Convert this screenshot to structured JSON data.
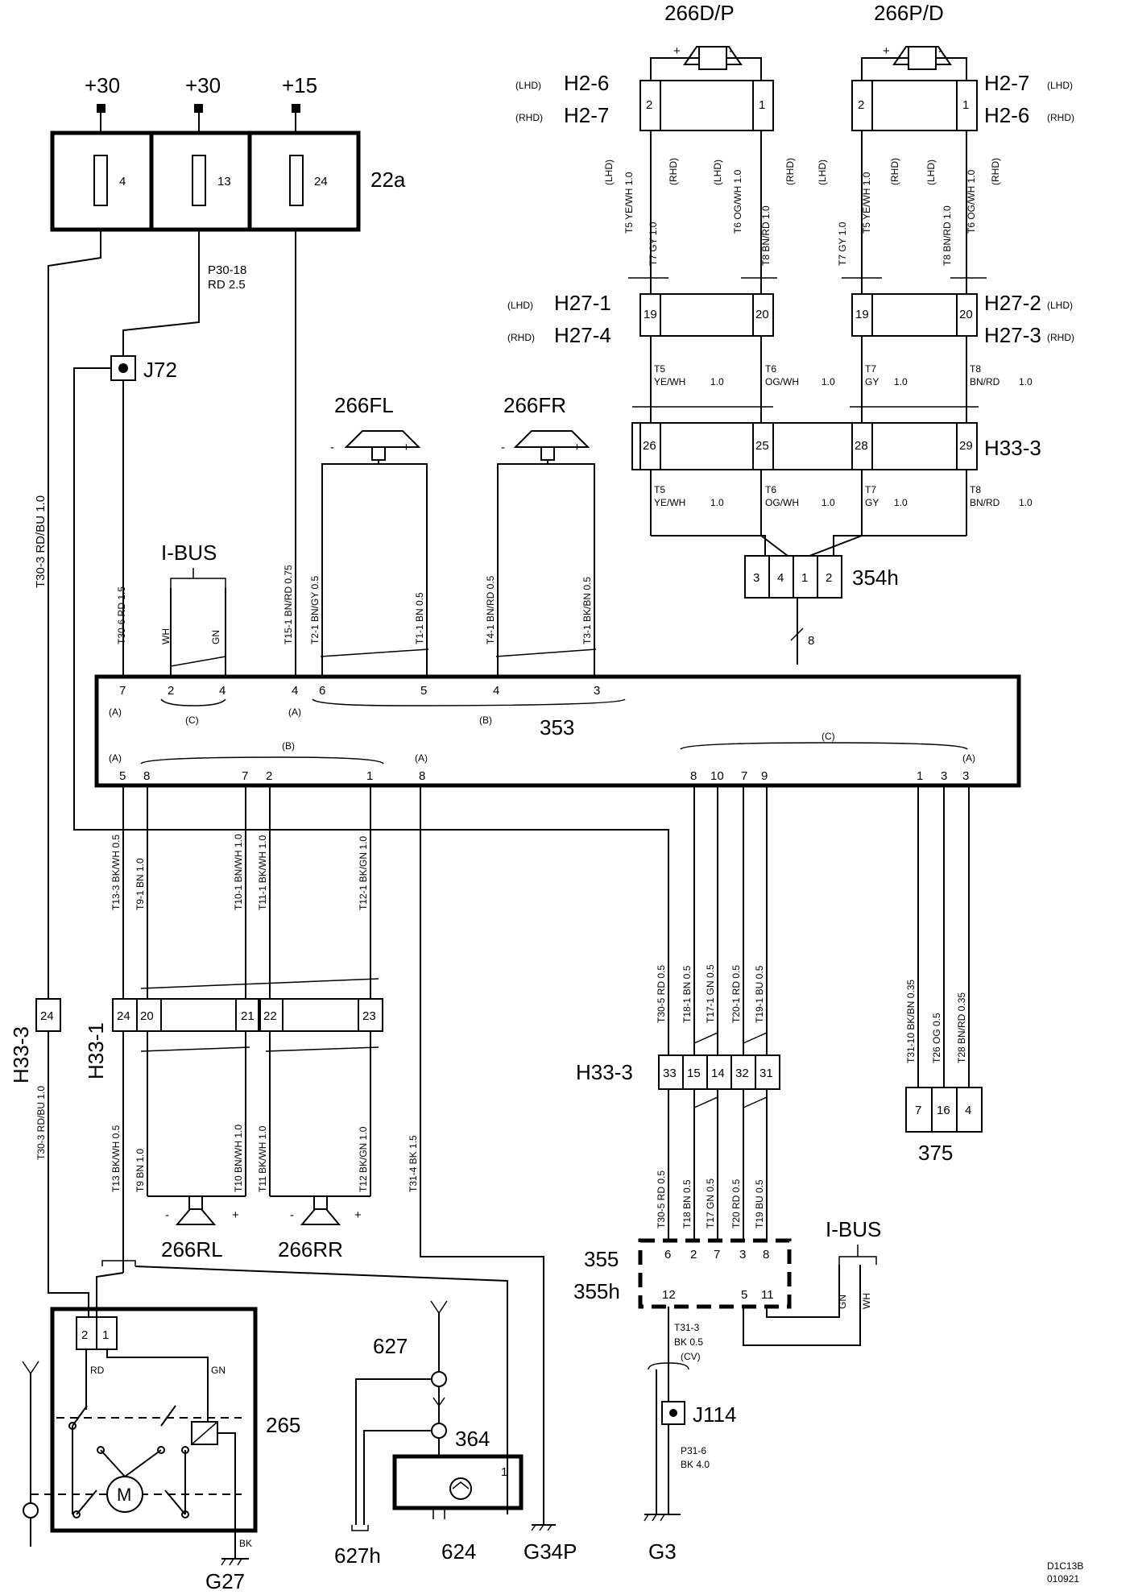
{
  "supplies": [
    "+30",
    "+30",
    "+15"
  ],
  "fuse_box": {
    "label": "22a",
    "fuses": [
      "4",
      "13",
      "24"
    ]
  },
  "fuse_wire": {
    "id": "P30-18",
    "spec": "RD 2.5"
  },
  "splices": {
    "j72": "J72",
    "j114": "J114"
  },
  "ibus_top": "I-BUS",
  "ibus_bottom": "I-BUS",
  "speakers": {
    "fl": "266FL",
    "fr": "266FR",
    "dp": "266D/P",
    "pd": "266P/D",
    "rl": "266RL",
    "rr": "266RR"
  },
  "connectors": {
    "h2_left_a": "H2-6",
    "h2_left_b": "H2-7",
    "h2_right_a": "H2-7",
    "h2_right_b": "H2-6",
    "h27_left_a": "H27-1",
    "h27_left_b": "H27-4",
    "h27_right_a": "H27-2",
    "h27_right_b": "H27-3",
    "h33_right": "H33-3",
    "h33_mid": "H33-3",
    "h33_left": "H33-1",
    "h33_side": "H33-3",
    "c354": "354h",
    "c375": "375"
  },
  "sides": {
    "lhd": "(LHD)",
    "rhd": "(RHD)"
  },
  "unit_353": "353",
  "unit_355": [
    "355",
    "355h"
  ],
  "antenna_265": "265",
  "comp_627": "627",
  "comp_627h": "627h",
  "comp_364": "364",
  "comp_624": "624",
  "grounds": {
    "g27": "G27",
    "g34p": "G34P",
    "g3": "G3"
  },
  "pin_groups": {
    "a": "(A)",
    "b": "(B)",
    "c": "(C)",
    "cv": "(CV)"
  },
  "motor": "M",
  "wire_labels": {
    "w1": "T30-3 RD/BU 1.0",
    "w2": "T30-6 RD 1.5",
    "w3": "T15-1 BN/RD 0.75",
    "w4": "T2-1 BN/GY 0.5",
    "w5": "T1-1 BN 0.5",
    "w6": "T4-1 BN/RD 0.5",
    "w7": "T3-1 BK/BN 0.5",
    "w8": "T31-3",
    "w8b": "BK 0.5",
    "w9": "P31-6",
    "w9b": "BK 4.0",
    "w10": "T31-4 BK 1.5",
    "w11": "T30-5 RD 0.5"
  },
  "ibus_wires": [
    "WH",
    "GN"
  ],
  "wire_tags": {
    "rd": "RD",
    "gn": "GN",
    "bk": "BK"
  },
  "mid_wires": {
    "t5": "T5",
    "t6": "T6",
    "t7": "T7",
    "t8": "T8",
    "yewh": "YE/WH",
    "ogwh": "OG/WH",
    "gy": "GY",
    "bnrd": "BN/RD",
    "v10": "1.0"
  },
  "doc_code": [
    "D1C13B",
    "010921"
  ]
}
